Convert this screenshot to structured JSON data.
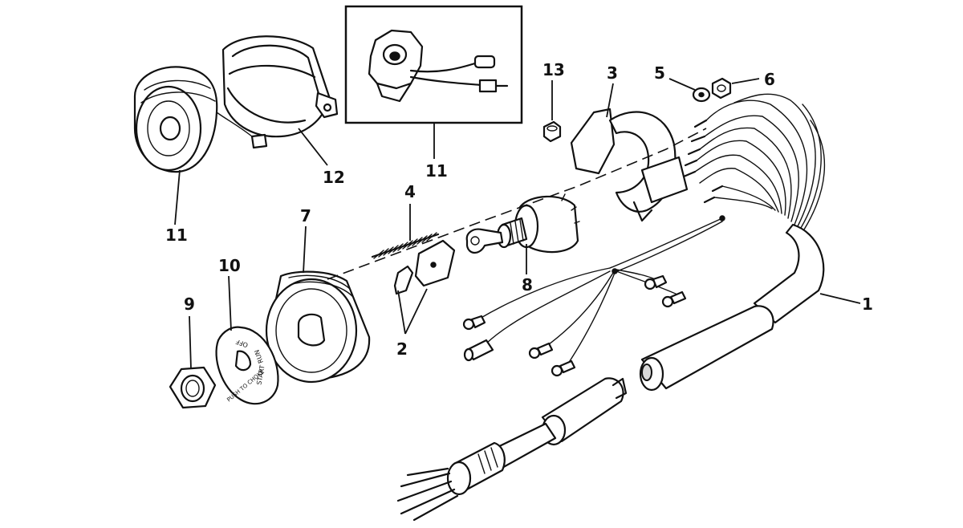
{
  "callouts": [
    {
      "id": "1",
      "label": "1"
    },
    {
      "id": "2",
      "label": "2"
    },
    {
      "id": "3",
      "label": "3"
    },
    {
      "id": "4",
      "label": "4"
    },
    {
      "id": "5",
      "label": "5"
    },
    {
      "id": "6",
      "label": "6"
    },
    {
      "id": "7",
      "label": "7"
    },
    {
      "id": "8",
      "label": "8"
    },
    {
      "id": "9",
      "label": "9"
    },
    {
      "id": "10",
      "label": "10"
    },
    {
      "id": "11a",
      "label": "11"
    },
    {
      "id": "11b",
      "label": "11"
    },
    {
      "id": "12",
      "label": "12"
    },
    {
      "id": "13",
      "label": "13"
    }
  ],
  "plate_text": [
    "OFF",
    "RUN",
    "START",
    "PUSH TO CHOKE"
  ]
}
